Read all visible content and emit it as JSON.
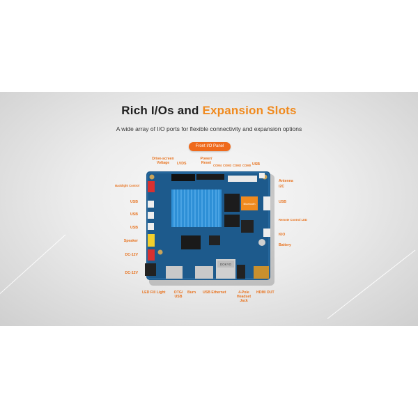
{
  "header": {
    "title_part1": "Rich I/Os and ",
    "title_part2": "Expansion Slots",
    "subtitle": "A wide array of I/O ports for flexible connectivity and expansion options",
    "panel_button": "Front I/O Panel"
  },
  "board_marks": {
    "chip_brand": "DOKYO",
    "wifi_module": "Bluetooth"
  },
  "labels": {
    "drive_screen_voltage": "Drive-screen\nVoltage",
    "lvds": "LVDS",
    "power_reset": "Power/\nReset",
    "com4": "COM4",
    "com3": "COM3",
    "com2": "COM2",
    "com0": "COM0",
    "usb_top": "USB",
    "antenna": "Antenna",
    "i2c": "I2C",
    "backlight_control": "Backlight Control",
    "usb_left_1": "USB",
    "usb_left_2": "USB",
    "usb_left_3": "USB",
    "speaker": "Speaker",
    "dc12v_1": "DC-12V",
    "dc12v_2": "DC-12V",
    "usb_right": "USB",
    "remote_control_led": "Remote Control LED",
    "kio": "KIO",
    "battery": "Battery",
    "led_fill_light": "LED Fill Light",
    "otg_usb": "OTG/\nUSB",
    "burn": "Burn",
    "usb_ethernet": "USB Ethernet",
    "headset_jack": "4-Pole\nHeadset\nJack",
    "hdmi_out": "HDMI OUT"
  },
  "colors": {
    "accent": "#f08a1e",
    "label": "#e8731f",
    "pill": "#ef6a1c",
    "pcb": "#1d5a8c",
    "heatsink": "#2e8fd6"
  }
}
